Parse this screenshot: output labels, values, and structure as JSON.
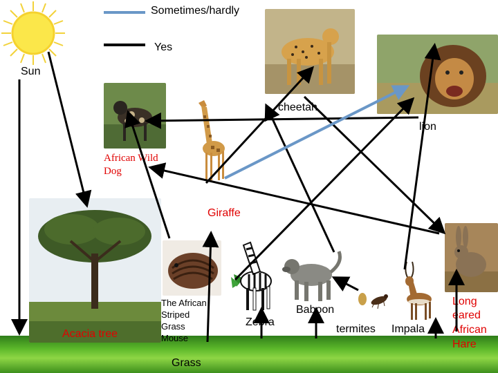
{
  "legend": {
    "sometimes": {
      "label": "Sometimes/hardly",
      "color": "#6a97c7"
    },
    "yes": {
      "label": "Yes",
      "color": "#000000"
    }
  },
  "nodes": {
    "sun": "Sun",
    "cheetah": "cheetah",
    "lion": "lion",
    "wild_dog_line1": "African Wild",
    "wild_dog_line2": "Dog",
    "giraffe": "Giraffe",
    "acacia": "Acacia tree",
    "mouse_line1": "The African",
    "mouse_line2": "Striped",
    "mouse_line3": "Grass",
    "mouse_line4": "Mouse",
    "grass": "Grass",
    "zebra": "Zebra",
    "baboon": "Baboon",
    "termites": "termites",
    "impala": "Impala",
    "hare_line1": "Long",
    "hare_line2": "eared",
    "hare_line3": "African",
    "hare_line4": "Hare"
  },
  "icons": {
    "sun": "sun-icon",
    "cheetah": "cheetah-icon",
    "lion": "lion-icon",
    "wild_dog": "wild-dog-icon",
    "giraffe": "giraffe-icon",
    "acacia": "acacia-tree-icon",
    "mouse": "mouse-icon",
    "zebra": "zebra-icon",
    "baboon": "baboon-icon",
    "termites": "termite-icon",
    "impala": "impala-icon",
    "hare": "hare-icon"
  }
}
